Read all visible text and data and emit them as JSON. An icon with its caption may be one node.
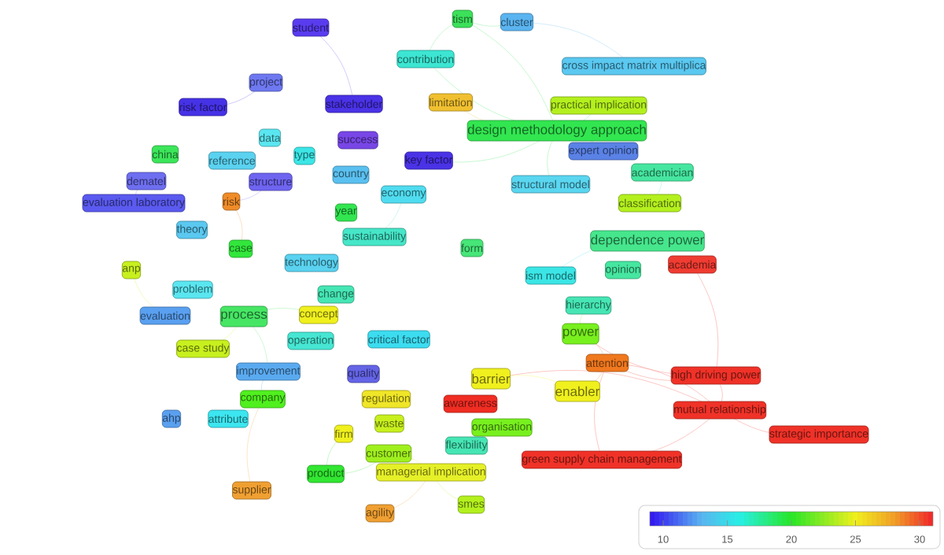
{
  "diagram": {
    "nodes": [
      {
        "text": [
          "student"
        ]
      },
      {
        "text": [
          "tism"
        ]
      },
      {
        "text": [
          "cluster"
        ]
      },
      {
        "text": [
          "contribution"
        ]
      },
      {
        "text": [
          "cross impact matrix multiplica"
        ]
      },
      {
        "text": [
          "project"
        ]
      },
      {
        "text": [
          "risk factor"
        ]
      },
      {
        "text": [
          "stakeholder"
        ]
      },
      {
        "text": [
          "limitation"
        ]
      },
      {
        "text": [
          "practical implication"
        ]
      },
      {
        "text": [
          "design methodology approach"
        ]
      },
      {
        "text": [
          "data"
        ]
      },
      {
        "text": [
          "success"
        ]
      },
      {
        "text": [
          "type"
        ]
      },
      {
        "text": [
          "key factor"
        ]
      },
      {
        "text": [
          "china"
        ]
      },
      {
        "text": [
          "reference"
        ]
      },
      {
        "text": [
          "expert opinion"
        ]
      },
      {
        "text": [
          "country"
        ]
      },
      {
        "text": [
          "academician"
        ]
      },
      {
        "text": [
          "dematel"
        ]
      },
      {
        "text": [
          "structure"
        ]
      },
      {
        "text": [
          "structural model"
        ]
      },
      {
        "text": [
          "economy"
        ]
      },
      {
        "text": [
          "evaluation laboratory"
        ]
      },
      {
        "text": [
          "risk"
        ]
      },
      {
        "text": [
          "classification"
        ]
      },
      {
        "text": [
          "year"
        ]
      },
      {
        "text": [
          "theory"
        ]
      },
      {
        "text": [
          "sustainability"
        ]
      },
      {
        "text": [
          "dependence power"
        ]
      },
      {
        "text": [
          "case"
        ]
      },
      {
        "text": [
          "form"
        ]
      },
      {
        "text": [
          "technology"
        ]
      },
      {
        "text": [
          "anp"
        ]
      },
      {
        "text": [
          "academia"
        ]
      },
      {
        "text": [
          "opinion"
        ]
      },
      {
        "text": [
          "ism model"
        ]
      },
      {
        "text": [
          "problem"
        ]
      },
      {
        "text": [
          "change"
        ]
      },
      {
        "text": [
          "hierarchy"
        ]
      },
      {
        "text": [
          "evaluation"
        ]
      },
      {
        "text": [
          "process"
        ]
      },
      {
        "text": [
          "concept"
        ]
      },
      {
        "text": [
          "power"
        ]
      },
      {
        "text": [
          "operation"
        ]
      },
      {
        "text": [
          "critical factor"
        ]
      },
      {
        "text": [
          "case study"
        ]
      },
      {
        "text": [
          "attention"
        ]
      },
      {
        "text": [
          "improvement"
        ]
      },
      {
        "text": [
          "quality"
        ]
      },
      {
        "text": [
          "barrier"
        ]
      },
      {
        "text": [
          "high driving power"
        ]
      },
      {
        "text": [
          "enabler"
        ]
      },
      {
        "text": [
          "company"
        ]
      },
      {
        "text": [
          "regulation"
        ]
      },
      {
        "text": [
          "awareness"
        ]
      },
      {
        "text": [
          "mutual relationship"
        ]
      },
      {
        "text": [
          "ahp"
        ]
      },
      {
        "text": [
          "attribute"
        ]
      },
      {
        "text": [
          "waste"
        ]
      },
      {
        "text": [
          "organisation"
        ]
      },
      {
        "text": [
          "firm"
        ]
      },
      {
        "text": [
          "strategic importance"
        ]
      },
      {
        "text": [
          "flexibility"
        ]
      },
      {
        "text": [
          "customer"
        ]
      },
      {
        "text": [
          "green supply chain management"
        ]
      },
      {
        "text": [
          "product"
        ]
      },
      {
        "text": [
          "managerial implication"
        ]
      },
      {
        "text": [
          "supplier"
        ]
      },
      {
        "text": [
          "smes"
        ]
      },
      {
        "text": [
          "agility"
        ]
      }
    ],
    "edges": [
      {
        "from": 63,
        "to": 57,
        "arrow": "none"
      },
      {
        "from": 57,
        "to": 48,
        "arrow": "none"
      },
      {
        "from": 52,
        "to": 48,
        "arrow": "none"
      },
      {
        "from": 52,
        "to": 35,
        "arrow": "none"
      },
      {
        "from": 66,
        "to": 48,
        "arrow": "none"
      },
      {
        "from": 66,
        "to": 57,
        "arrow": "none"
      },
      {
        "from": 48,
        "to": 53,
        "arrow": "none"
      },
      {
        "from": 48,
        "to": 44,
        "arrow": "none"
      },
      {
        "from": 52,
        "to": 44,
        "arrow": "none"
      },
      {
        "from": 57,
        "to": 51,
        "arrow": "none"
      },
      {
        "from": 52,
        "to": 57,
        "arrow": "none"
      },
      {
        "from": 10,
        "to": 1,
        "arrow": "none"
      },
      {
        "from": 10,
        "to": 3,
        "arrow": "none"
      },
      {
        "from": 10,
        "to": 9,
        "arrow": "none"
      },
      {
        "from": 10,
        "to": 17,
        "arrow": "none"
      },
      {
        "from": 10,
        "to": 22,
        "arrow": "none"
      },
      {
        "from": 19,
        "to": 26,
        "arrow": "none"
      },
      {
        "from": 8,
        "to": 10,
        "arrow": "none"
      },
      {
        "from": 10,
        "to": 14,
        "arrow": "none"
      },
      {
        "from": 1,
        "to": 2,
        "arrow": "none"
      },
      {
        "from": 2,
        "to": 4,
        "arrow": "none"
      },
      {
        "from": 1,
        "to": 3,
        "arrow": "none"
      },
      {
        "from": 42,
        "to": 49,
        "arrow": "none"
      },
      {
        "from": 67,
        "to": 65,
        "arrow": "none"
      },
      {
        "from": 67,
        "to": 62,
        "arrow": "none"
      },
      {
        "from": 47,
        "to": 42,
        "arrow": "none"
      },
      {
        "from": 0,
        "to": 7,
        "arrow": "none"
      },
      {
        "from": 6,
        "to": 5,
        "arrow": "none"
      },
      {
        "from": 21,
        "to": 25,
        "arrow": "none"
      },
      {
        "from": 20,
        "to": 24,
        "arrow": "none"
      },
      {
        "from": 25,
        "to": 31,
        "arrow": "none"
      },
      {
        "from": 68,
        "to": 65,
        "arrow": "none"
      },
      {
        "from": 69,
        "to": 54,
        "arrow": "none"
      },
      {
        "from": 71,
        "to": 68,
        "arrow": "none"
      },
      {
        "from": 70,
        "to": 68,
        "arrow": "none"
      },
      {
        "from": 34,
        "to": 41,
        "arrow": "none"
      },
      {
        "from": 37,
        "to": 30,
        "arrow": "none"
      },
      {
        "from": 29,
        "to": 23,
        "arrow": "none"
      },
      {
        "from": 44,
        "to": 40,
        "arrow": "none"
      },
      {
        "from": 53,
        "to": 51,
        "arrow": "none"
      },
      {
        "from": 42,
        "to": 43,
        "arrow": "none"
      },
      {
        "from": 49,
        "to": 54,
        "arrow": "none"
      }
    ],
    "labels": [
      "10",
      "15",
      "20",
      "25",
      "30"
    ]
  }
}
